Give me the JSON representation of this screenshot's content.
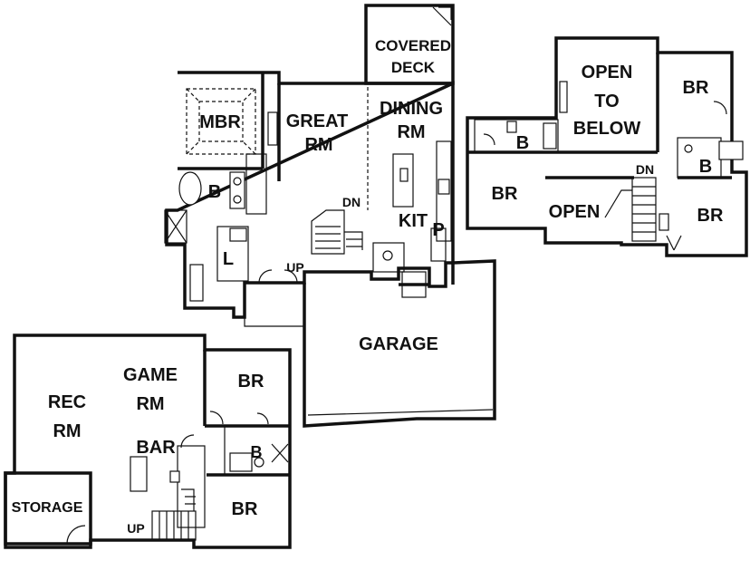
{
  "main_floor": {
    "covered_deck": [
      "COVERED",
      "DECK"
    ],
    "dining": [
      "DINING",
      "RM"
    ],
    "great_room": [
      "GREAT",
      "RM"
    ],
    "mbr": "MBR",
    "bath": "B",
    "kitchen": "KIT",
    "pantry": "P",
    "laundry": "L",
    "stair_down": "DN",
    "stair_up": "UP",
    "garage": "GARAGE"
  },
  "upper_floor": {
    "open_to_below": [
      "OPEN",
      "TO",
      "BELOW"
    ],
    "bedroom_ne": "BR",
    "bath_center": "B",
    "bath_right": "B",
    "bedroom_w": "BR",
    "open": "OPEN",
    "stair_down": "DN",
    "bedroom_se": "BR"
  },
  "lower_floor": {
    "rec_room": [
      "REC",
      "RM"
    ],
    "game_room": [
      "GAME",
      "RM"
    ],
    "bar": "BAR",
    "storage": "STORAGE",
    "bedroom_n": "BR",
    "bath": "B",
    "bedroom_s": "BR",
    "stair_up": "UP"
  }
}
